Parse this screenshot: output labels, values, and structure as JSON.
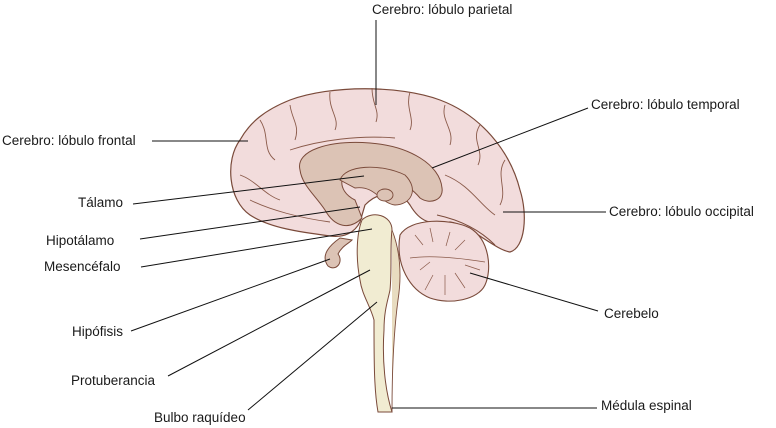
{
  "title": "Brain sagittal section (Spanish labels)",
  "labels": {
    "parietal": "Cerebro: lóbulo parietal",
    "temporal": "Cerebro: lóbulo temporal",
    "frontal": "Cerebro: lóbulo frontal",
    "occipital": "Cerebro: lóbulo occipital",
    "talamo": "Tálamo",
    "hipotalamo": "Hipotálamo",
    "mesencefalo": "Mesencéfalo",
    "hipofisis": "Hipófisis",
    "protuberancia": "Protuberancia",
    "bulbo": "Bulbo raquídeo",
    "cerebelo": "Cerebelo",
    "medula": "Médula espinal"
  },
  "colors": {
    "cortex": "#f2dcdc",
    "inner": "#dcc3b5",
    "brainstem": "#f1ecd2",
    "outline": "#7a4a3a"
  }
}
